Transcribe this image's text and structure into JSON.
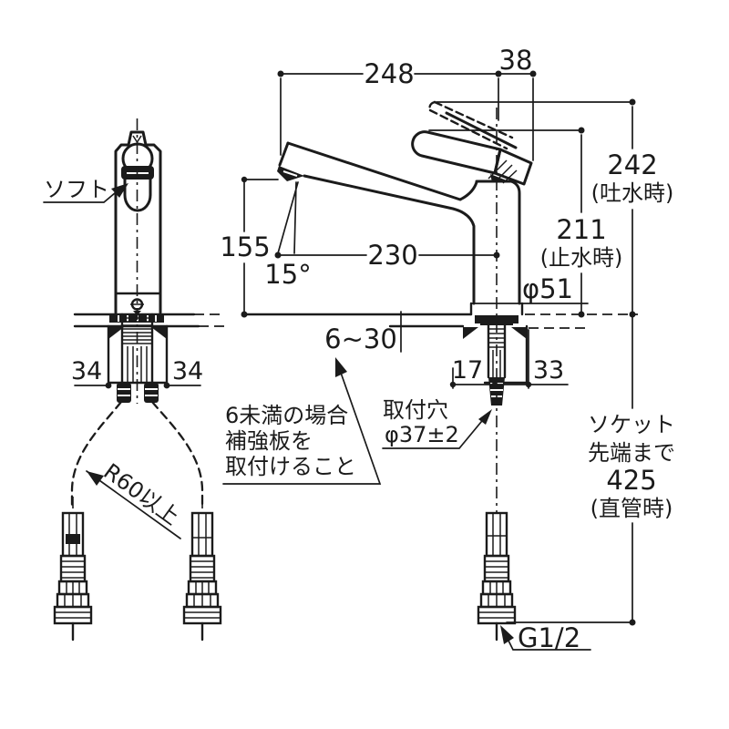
{
  "front_view": {
    "soft_label": "ソフト",
    "dim_left": "34",
    "dim_right": "34",
    "hose_radius_note": "R60以上"
  },
  "side_view": {
    "dim_reach_total": "248",
    "dim_handle_offset": "38",
    "dim_height_open": "242",
    "dim_height_open_note": "(吐水時)",
    "dim_height_closed": "211",
    "dim_height_closed_note": "(止水時)",
    "dim_spout_height": "155",
    "spout_angle": "15°",
    "dim_spout_reach": "230",
    "base_diameter": "φ51",
    "counter_thickness_range": "6~30",
    "dim_under_left": "17",
    "dim_under_right": "33",
    "mounting_hole_line1": "取付穴",
    "mounting_hole_line2": "φ37±2",
    "note_line1": "6未満の場合",
    "note_line2": "補強板を",
    "note_line3": "取付けること",
    "socket_line1": "ソケット",
    "socket_line2": "先端まで",
    "socket_line3": "425",
    "socket_line4": "(直管時)",
    "connection_thread": "G1/2"
  }
}
